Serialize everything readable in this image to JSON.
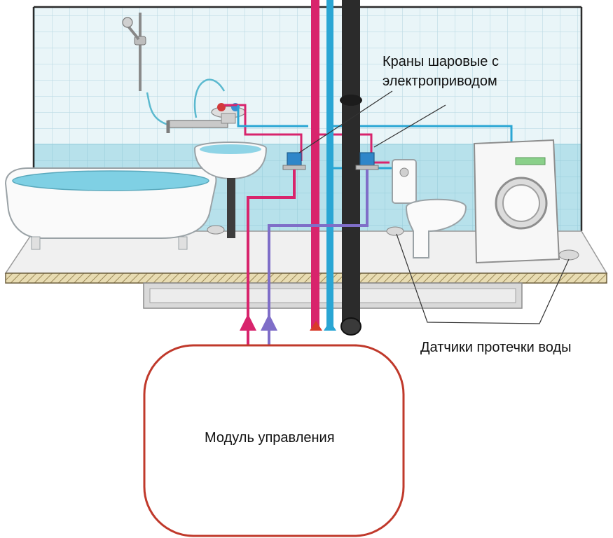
{
  "labels": {
    "valves": "Краны шаровые с электроприводом",
    "sensors": "Датчики протечки воды",
    "control_module": "Модуль управления"
  },
  "colors": {
    "tile": "#e6f3f6",
    "water_band": "#b6e0ea",
    "hot_pipe": "#d8246c",
    "cold_pipe": "#2aa6d4",
    "signal_wire": "#7f6ec8",
    "drain_pipe": "#2b2b2b",
    "module_border": "#c0392b",
    "floor": "#cdbf93"
  },
  "icons": [
    "shower-icon",
    "bathtub-icon",
    "sink-icon",
    "valve-icon",
    "toilet-icon",
    "washing-machine-icon",
    "leak-sensor-icon",
    "flow-arrow-icon"
  ]
}
